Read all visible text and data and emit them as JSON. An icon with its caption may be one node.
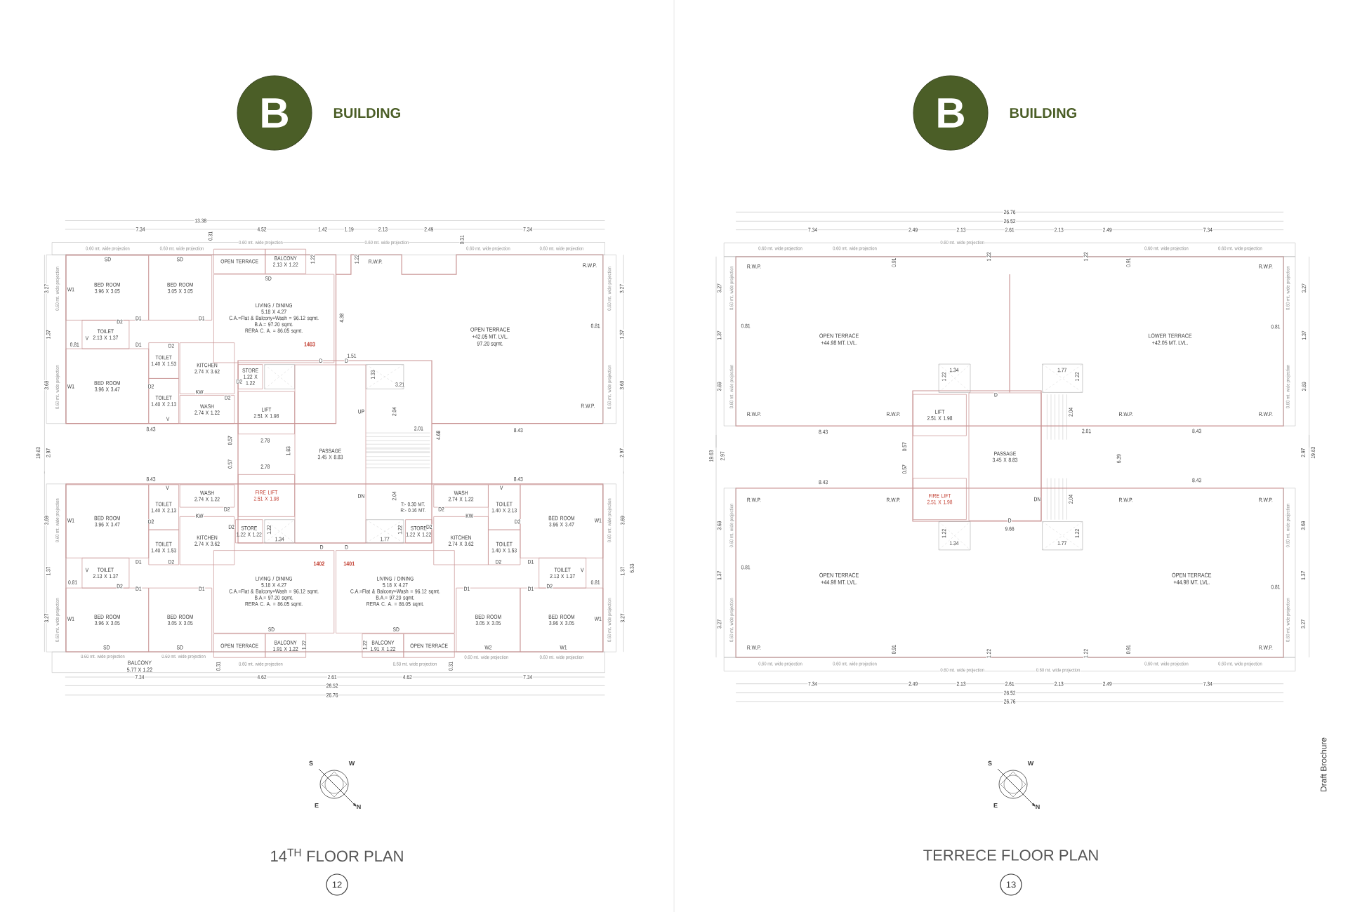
{
  "diagram": {
    "nodes": [
      {
        "text": [
          "B"
        ],
        "beside": [
          "BUILDING"
        ]
      },
      {
        "text": [
          "BED ROOM",
          "3.96 X 3.05"
        ]
      },
      {
        "text": [
          "BED ROOM",
          "3.05 X 3.05"
        ]
      },
      {
        "text": [
          "OPEN TERRACE"
        ]
      },
      {
        "text": [
          "BALCONY",
          "2.13 X 1.22"
        ]
      },
      {
        "text": [
          "TOILET",
          "2.13 X 1.37"
        ]
      },
      {
        "text": [
          "TOILET",
          "1.40 X 1.53"
        ]
      },
      {
        "text": [
          "KITCHEN",
          "2.74 X 3.62"
        ]
      },
      {
        "text": [
          "BED ROOM",
          "3.96 X 3.47"
        ]
      },
      {
        "text": [
          "TOILET",
          "1.40 X 2.13"
        ]
      },
      {
        "text": [
          "WASH",
          "2.74 X 1.22"
        ]
      },
      {
        "text": [
          "STORE",
          "1.22 X 1.22"
        ]
      },
      {
        "text": [
          "LIFT",
          "2.51 X 1.98"
        ]
      },
      {
        "text": [
          "LIVING / DINING",
          "5.18 X 4.27",
          "C.A.=Flat & Balcony+Wash = 96.12 sqmt.",
          "B.A.= 97.20 sqmt.",
          "RERA C. A. = 86.05 sqmt."
        ]
      },
      {
        "text": [
          "OPEN TERRACE",
          "+42.05 MT. LVL.",
          "97.20 sqmt."
        ]
      },
      {
        "text": [
          "PASSAGE",
          "3.45 X 8.83"
        ]
      },
      {
        "text": [
          "FIRE LIFT",
          "2.51 X 1.98"
        ]
      },
      {
        "text": [
          "WASH",
          "2.74 X 1.22"
        ]
      },
      {
        "text": [
          "TOILET",
          "1.40 X 2.13"
        ]
      },
      {
        "text": [
          "BED ROOM",
          "3.96 X 3.47"
        ]
      },
      {
        "text": [
          "STORE",
          "1.22 X 1.22"
        ]
      },
      {
        "text": [
          "TOILET",
          "1.40 X 1.53"
        ]
      },
      {
        "text": [
          "KITCHEN",
          "2.74 X 3.62"
        ]
      },
      {
        "text": [
          "TOILET",
          "2.13 X 1.37"
        ]
      },
      {
        "text": [
          "LIVING / DINING",
          "5.18 X 4.27",
          "C.A.=Flat & Balcony+Wash = 96.12 sqmt.",
          "B.A.= 97.20 sqmt.",
          "RERA C. A. = 86.05 sqmt."
        ]
      },
      {
        "text": [
          "BED ROOM",
          "3.96 X 3.05"
        ]
      },
      {
        "text": [
          "BED ROOM",
          "3.05 X 3.05"
        ]
      },
      {
        "text": [
          "OPEN TERRACE"
        ]
      },
      {
        "text": [
          "BALCONY",
          "1.91 X 1.22"
        ]
      },
      {
        "text": [
          "BALCONY",
          "5.77 X 1.22"
        ]
      },
      {
        "text": [
          "LIVING / DINING",
          "5.18 X 4.27",
          "C.A.=Flat & Balcony+Wash = 96.12 sqmt.",
          "B.A.= 97.20 sqmt.",
          "RERA C. A. = 86.05 sqmt."
        ]
      },
      {
        "text": [
          "BALCONY",
          "1.91 X 1.22"
        ]
      },
      {
        "text": [
          "OPEN TERRACE"
        ]
      },
      {
        "text": [
          "WASH",
          "2.74 X 1.22"
        ]
      },
      {
        "text": [
          "TOILET",
          "1.40 X 2.13"
        ]
      },
      {
        "text": [
          "BED ROOM",
          "3.96 X 3.47"
        ]
      },
      {
        "text": [
          "STORE",
          "1.22 X 1.22"
        ]
      },
      {
        "text": [
          "KITCHEN",
          "2.74 X 3.62"
        ]
      },
      {
        "text": [
          "TOILET",
          "1.40 X 1.53"
        ]
      },
      {
        "text": [
          "TOILET",
          "2.13 X 1.37"
        ]
      },
      {
        "text": [
          "BED ROOM",
          "3.05 X 3.05"
        ]
      },
      {
        "text": [
          "BED ROOM",
          "3.96 X 3.05"
        ]
      },
      {
        "text": [
          "B"
        ],
        "beside": [
          "BUILDING"
        ]
      },
      {
        "text": [
          "OPEN TERRACE",
          "+44.98 MT. LVL."
        ]
      },
      {
        "text": [
          "LOWER TERRACE",
          "+42.05 MT. LVL."
        ]
      },
      {
        "text": [
          "LIFT",
          "2.51 X 1.98"
        ]
      },
      {
        "text": [
          "PASSAGE",
          "3.45 X 8.83"
        ]
      },
      {
        "text": [
          "FIRE LIFT",
          "2.51 X 1.98"
        ]
      },
      {
        "text": [
          "OPEN TERRACE",
          "+44.98 MT. LVL."
        ]
      },
      {
        "text": [
          "OPEN TERRACE",
          "+44.98 MT. LVL."
        ]
      },
      {
        "text": [
          "12"
        ]
      },
      {
        "text": [
          "13"
        ]
      }
    ],
    "labels": [
      "13.38",
      "7.34",
      "4.52",
      "1.42",
      "1.19",
      "2.13",
      "2.49",
      "7.34",
      "0.31",
      "0.31",
      "0.60 mt. wide projection",
      "0.60 mt. wide projection",
      "0.60 mt. wide projection",
      "0.60 mt. wide projection",
      "0.60 mt. wide projection",
      "0.60 mt. wide projection",
      "3.27",
      "1.37",
      "3.69",
      "19.63",
      "2.97",
      "0.60 mt. wide projection",
      "0.60 mt. wide projection",
      "0.60 mt. wide projection",
      "0.60 mt. wide projection",
      "3.27",
      "1.37",
      "3.69",
      "2.97",
      "0.81",
      "0.81",
      "SD",
      "SD",
      "W1",
      "D2",
      "D1",
      "D1",
      "V",
      "D1",
      "D2",
      "W1",
      "D2",
      "KW",
      "D2",
      "V",
      "D2",
      "SD",
      "D",
      "D",
      "1.22",
      "1.22",
      "R.W.P.",
      "R.W.P.",
      "R.W.P.",
      "4.38",
      "1403",
      "1.51",
      "1.33",
      "3.21",
      "UP",
      "2.04",
      "8.43",
      "2.01",
      "8.43",
      "4.68",
      "0.57",
      "2.78",
      "1.83",
      "0.57",
      "2.78",
      "8.43",
      "8.43",
      "V",
      "V",
      "DN",
      "2.04",
      "T:- 0.30 MT. R:- 0.16 MT.",
      "W1",
      "D2",
      "KW",
      "D2",
      "D2",
      "KW",
      "D2",
      "W1",
      "D2",
      "1.22",
      "1.34",
      "1.77",
      "1.22",
      "D2",
      "D1",
      "D2",
      "D2",
      "D1",
      "V",
      "V",
      "0.81",
      "0.81",
      "D2",
      "D1",
      "D1",
      "D1",
      "D1",
      "D2",
      "D",
      "D",
      "1402",
      "1401",
      "W1",
      "W1",
      "SD",
      "SD",
      "SD",
      "SD",
      "W2",
      "W1",
      "1.22",
      "1.22",
      "0.31",
      "0.31",
      "0.60 mt. wide projection",
      "0.60 mt. wide projection",
      "0.60 mt. wide projection",
      "0.60 mt. wide projection",
      "0.60 mt. wide projection",
      "0.60 mt. wide projection",
      "0.60 mt. wide projection",
      "0.60 mt. wide projection",
      "0.60 mt. wide projection",
      "0.60 mt. wide projection",
      "3.69",
      "1.37",
      "3.27",
      "3.69",
      "1.37",
      "3.27",
      "6.33",
      "7.34",
      "4.62",
      "2.61",
      "4.62",
      "7.34",
      "26.52",
      "26.76",
      "26.76",
      "26.52",
      "7.34",
      "2.49",
      "2.13",
      "2.61",
      "2.13",
      "2.49",
      "7.34",
      "0.60 mt. wide projection",
      "0.60 mt. wide projection",
      "0.60 mt. wide projection",
      "0.60 mt. wide projection",
      "0.60 mt. wide projection",
      "0.60 mt. wide projection",
      "0.60 mt. wide projection",
      "0.60 mt. wide projection",
      "0.60 mt. wide projection",
      "0.91",
      "1.22",
      "1.22",
      "0.91",
      "R.W.P.",
      "R.W.P.",
      "3.27",
      "1.37",
      "3.69",
      "3.27",
      "1.37",
      "3.69",
      "0.81",
      "0.81",
      "1.34",
      "1.22",
      "1.77",
      "1.22",
      "D",
      "R.W.P.",
      "R.W.P.",
      "R.W.P.",
      "R.W.P.",
      "2.04",
      "8.43",
      "2.01",
      "8.43",
      "19.63",
      "2.97",
      "2.97",
      "19.63",
      "0.57",
      "0.57",
      "6.39",
      "8.43",
      "8.43",
      "R.W.P.",
      "R.W.P.",
      "DN",
      "2.04",
      "R.W.P.",
      "R.W.P.",
      "D",
      "9.66",
      "1.22",
      "1.34",
      "1.77",
      "1.22",
      "3.69",
      "3.69",
      "0.81",
      "0.81",
      "1.37",
      "1.37",
      "3.27",
      "3.27",
      "0.60 mt. wide projection",
      "0.60 mt. wide projection",
      "0.60 mt. wide projection",
      "0.60 mt. wide projection",
      "R.W.P.",
      "R.W.P.",
      "0.91",
      "1.22",
      "1.22",
      "0.91",
      "0.60 mt. wide projection",
      "0.60 mt. wide projection",
      "0.60 mt. wide projection",
      "0.60 mt. wide projection",
      "0.60 mt. wide projection",
      "0.60 mt. wide projection",
      "7.34",
      "2.49",
      "2.13",
      "2.61",
      "2.13",
      "2.49",
      "7.34",
      "26.52",
      "26.76",
      "14$^{TH}$ FLOOR PLAN",
      "TERRECE FLOOR PLAN",
      "S",
      "W",
      "E",
      "N",
      "S",
      "W",
      "E",
      "N",
      "Draft Brochure"
    ]
  }
}
